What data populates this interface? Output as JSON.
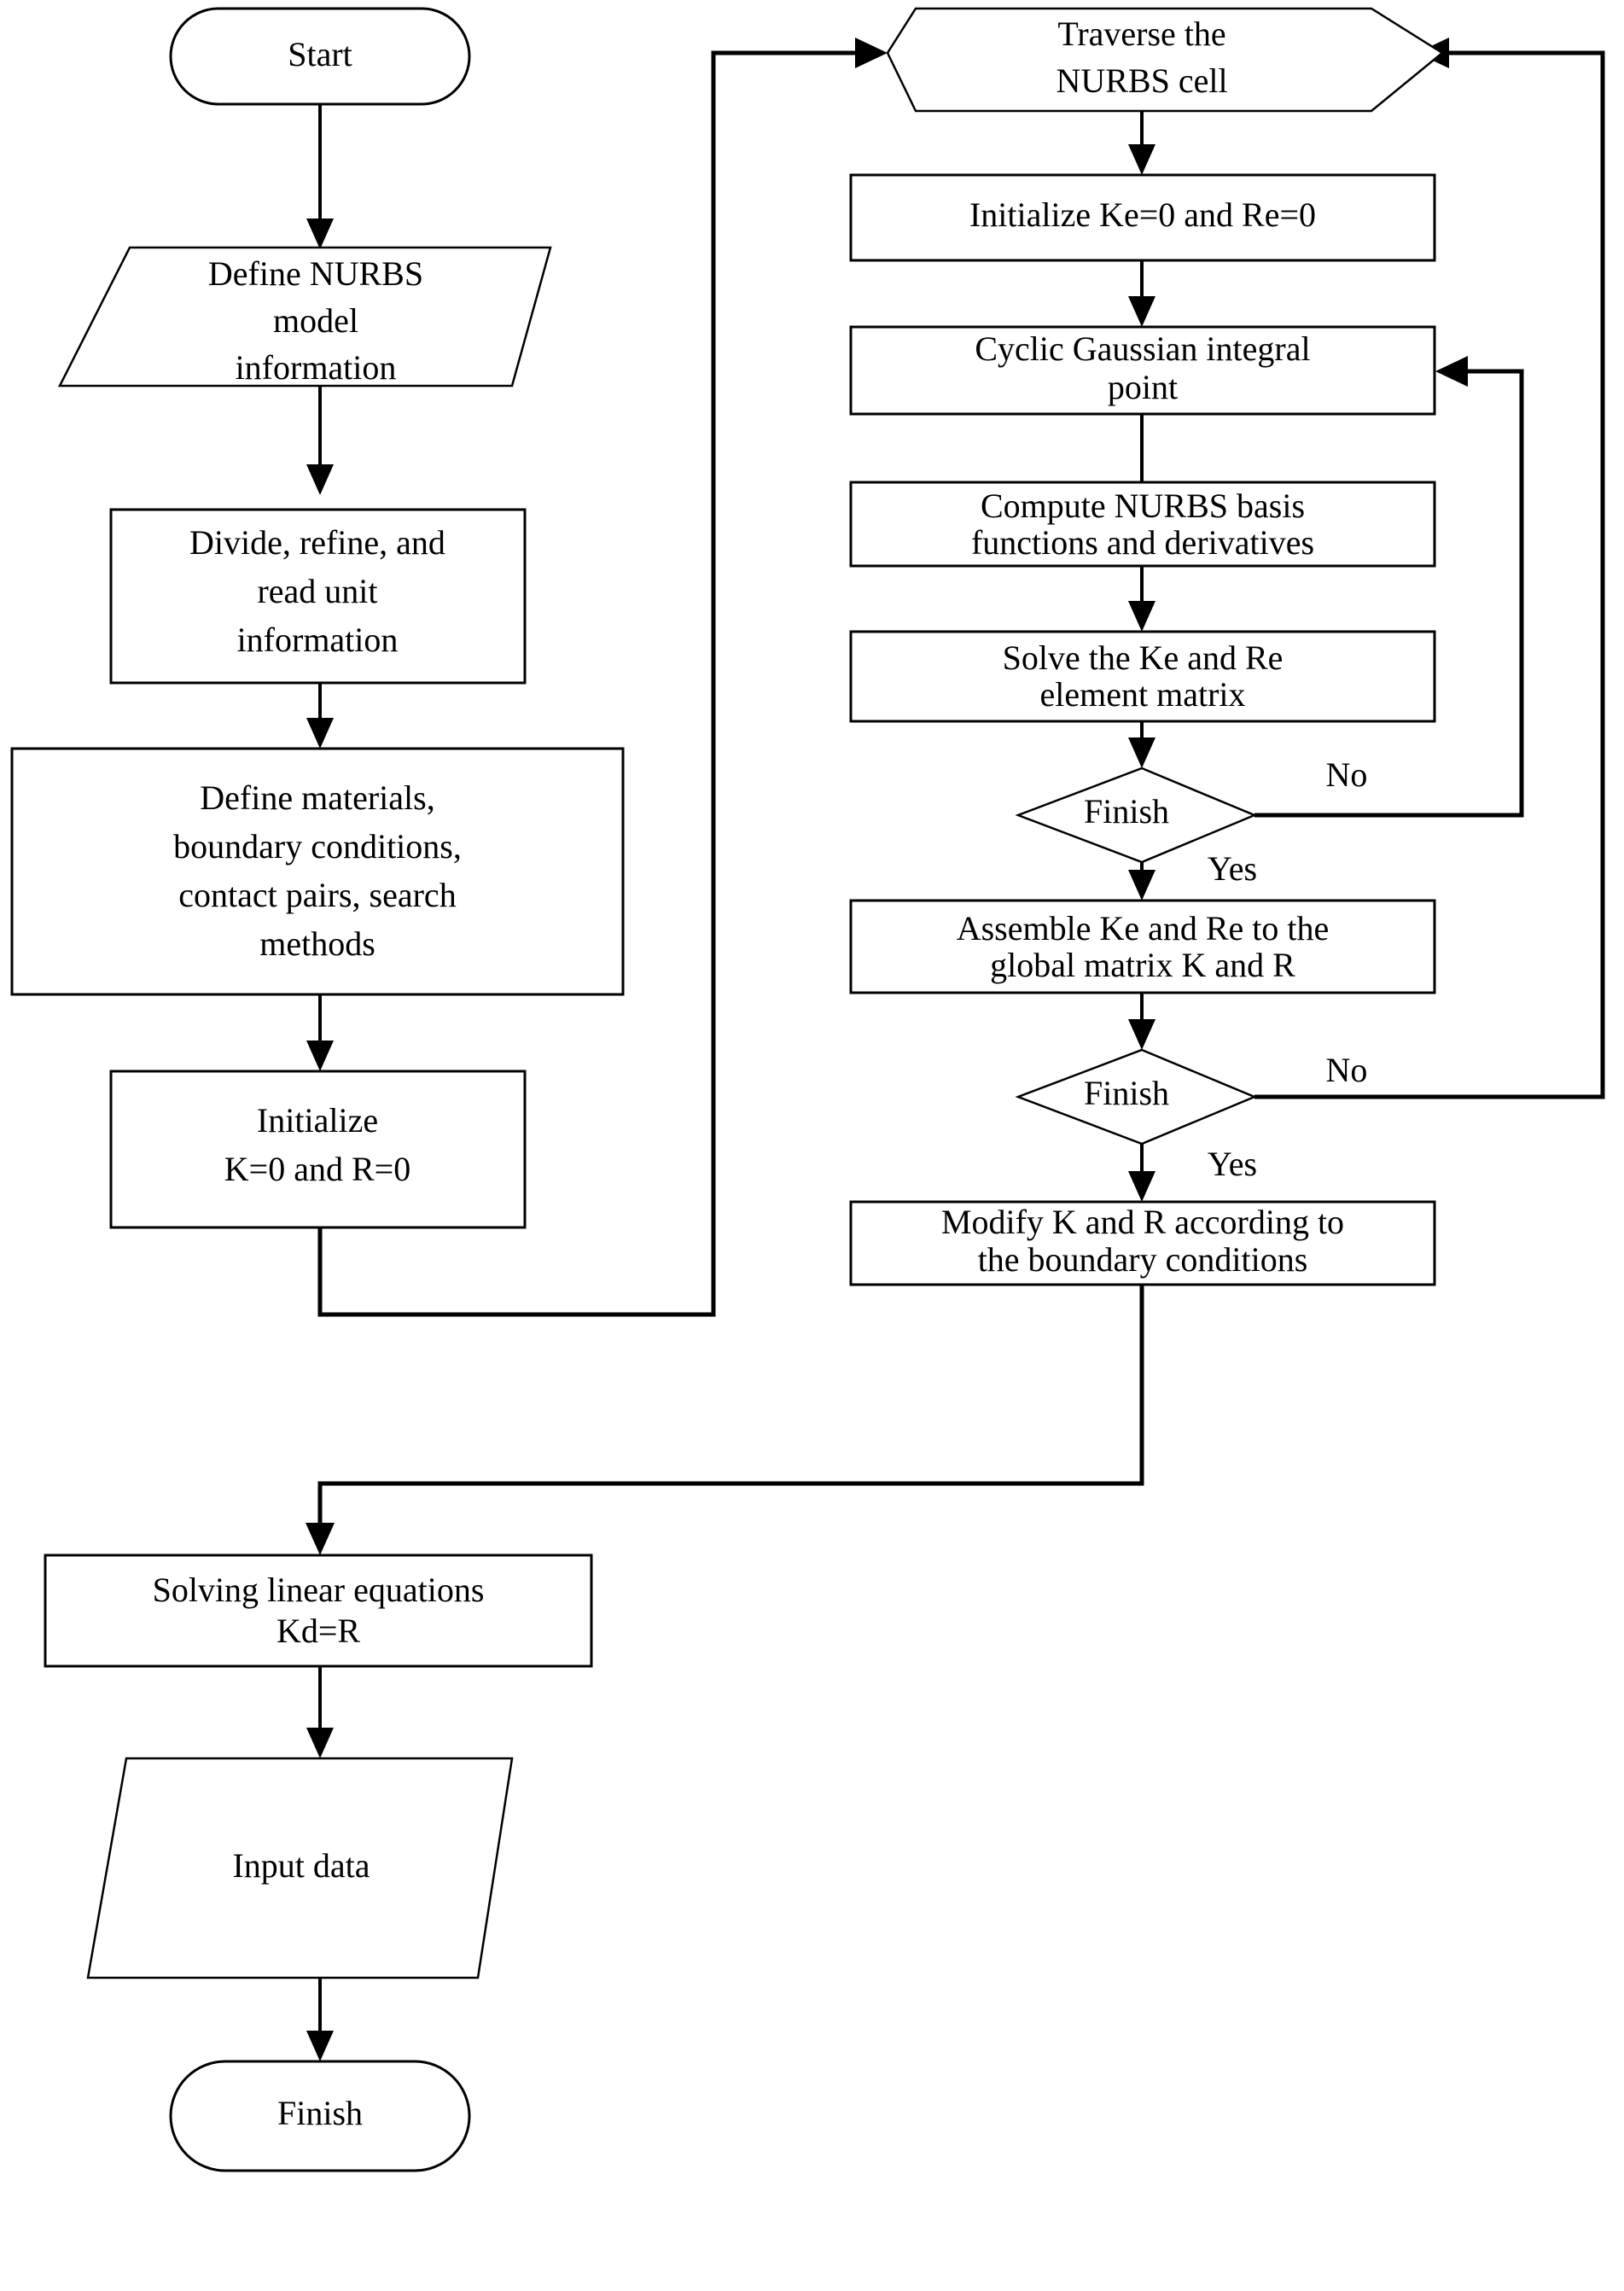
{
  "diagram": {
    "title": "IGA contact analysis program flowchart",
    "type": "flowchart",
    "background_color": "#ffffff",
    "line_color": "#000000",
    "text_color": "#000000"
  },
  "nodes": {
    "start": {
      "shape": "terminator",
      "label": "Start"
    },
    "define_model": {
      "shape": "parallelogram",
      "line1": "Define NURBS",
      "line2": "model",
      "line3": "information"
    },
    "divide_refine": {
      "shape": "process",
      "line1": "Divide, refine, and",
      "line2": "read unit",
      "line3": "information"
    },
    "define_materials": {
      "shape": "process",
      "line1": "Define materials,",
      "line2": "boundary conditions,",
      "line3": "contact pairs, search",
      "line4": "methods"
    },
    "initialize_kr": {
      "shape": "process",
      "line1": "Initialize",
      "line2": "K=0 and R=0"
    },
    "traverse_cell": {
      "shape": "hexagon",
      "line1": "Traverse the",
      "line2": "NURBS cell"
    },
    "initialize_kere": {
      "shape": "process",
      "line1": "Initialize Ke=0 and Re=0"
    },
    "cyclic_gauss": {
      "shape": "process",
      "line1": "Cyclic Gaussian integral",
      "line2": "point"
    },
    "compute_nurbs": {
      "shape": "process",
      "line1": "Compute NURBS basis",
      "line2": "functions and derivatives"
    },
    "solve_kere": {
      "shape": "process",
      "line1": "Solve the Ke and Re",
      "line2": "element matrix"
    },
    "finish_gauss": {
      "shape": "decision",
      "label": "Finish"
    },
    "assemble": {
      "shape": "process",
      "line1": "Assemble Ke and Re to the",
      "line2": "global matrix K and R"
    },
    "finish_cell": {
      "shape": "decision",
      "label": "Finish"
    },
    "modify_kr": {
      "shape": "process",
      "line1": "Modify K and R according to",
      "line2": "the boundary conditions"
    },
    "solve_linear": {
      "shape": "process",
      "line1": "Solving linear equations",
      "line2": "Kd=R"
    },
    "input_data": {
      "shape": "parallelogram",
      "line1": "Input data"
    },
    "finish_end": {
      "shape": "terminator",
      "label": "Finish"
    }
  },
  "edge_labels": {
    "gauss_no": "No",
    "gauss_yes": "Yes",
    "cell_no": "No",
    "cell_yes": "Yes"
  }
}
